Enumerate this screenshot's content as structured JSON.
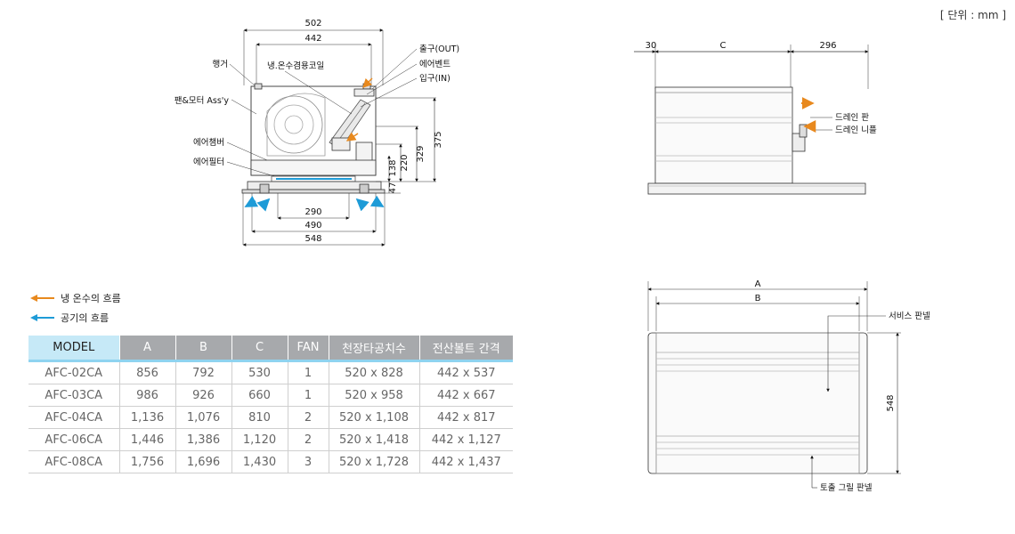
{
  "unit_note": "[ 단위 : mm ]",
  "front_view": {
    "dims": {
      "top_outer": "502",
      "top_inner": "442",
      "right_375": "375",
      "right_329": "329",
      "right_220": "220",
      "right_138": "138",
      "right_47": "47",
      "bottom_290": "290",
      "bottom_490": "490",
      "bottom_548": "548"
    },
    "labels": {
      "hanger": "행거",
      "coil": "냉.온수겸용코일",
      "fan": "팬&모터 Ass'y",
      "chamber": "에어챔버",
      "filter": "에어필터",
      "outlet": "출구(OUT)",
      "vent": "에어벤트",
      "inlet": "입구(IN)"
    }
  },
  "side_view": {
    "dims": {
      "left": "30",
      "center": "C",
      "right": "296"
    },
    "labels": {
      "drain_pan": "드레인 판",
      "drain_nipple": "드레인 니플"
    }
  },
  "bottom_view": {
    "dims": {
      "a": "A",
      "b": "B",
      "height": "548"
    },
    "labels": {
      "service_panel": "서비스 판넬",
      "grille_panel": "토출 그릴 판넬"
    }
  },
  "legend": {
    "water": {
      "text": "냉 온수의 흐름",
      "color": "#e8891e"
    },
    "air": {
      "text": "공기의 흐름",
      "color": "#1e9bd7"
    }
  },
  "table": {
    "headers": [
      "MODEL",
      "A",
      "B",
      "C",
      "FAN",
      "천장타공치수",
      "전산볼트 간격"
    ],
    "rows": [
      [
        "AFC-02CA",
        "856",
        "792",
        "530",
        "1",
        "520 x 828",
        "442 x 537"
      ],
      [
        "AFC-03CA",
        "986",
        "926",
        "660",
        "1",
        "520 x 958",
        "442 x 667"
      ],
      [
        "AFC-04CA",
        "1,136",
        "1,076",
        "810",
        "2",
        "520 x 1,108",
        "442 x 817"
      ],
      [
        "AFC-06CA",
        "1,446",
        "1,386",
        "1,120",
        "2",
        "520 x 1,418",
        "442 x 1,127"
      ],
      [
        "AFC-08CA",
        "1,756",
        "1,696",
        "1,430",
        "3",
        "520 x 1,728",
        "442 x 1,437"
      ]
    ]
  }
}
